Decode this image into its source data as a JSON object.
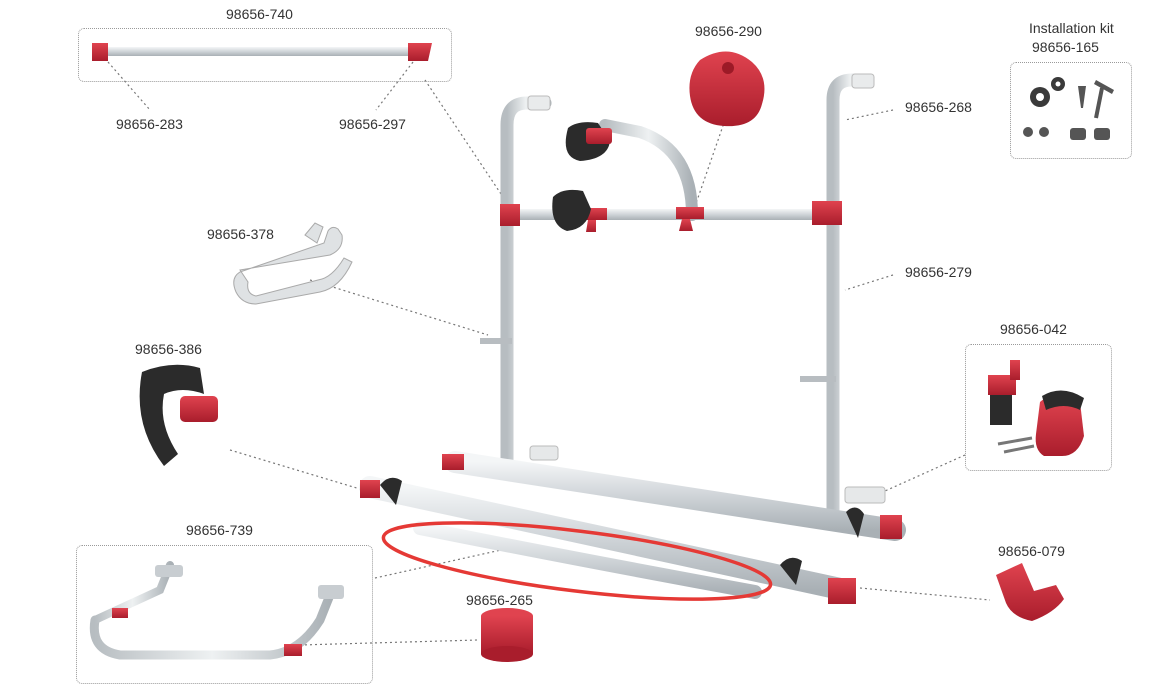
{
  "parts": {
    "p740": "98656-740",
    "p283": "98656-283",
    "p297": "98656-297",
    "p290": "98656-290",
    "p268": "98656-268",
    "p378": "98656-378",
    "p279": "98656-279",
    "p386": "98656-386",
    "p042": "98656-042",
    "p739": "98656-739",
    "p079": "98656-079",
    "p265": "98656-265"
  },
  "kit": {
    "title": "Installation kit",
    "code": "98656-165"
  },
  "colors": {
    "red": "#c8283a",
    "aluminium": "#d9dde0",
    "highlight": "#e53935",
    "leader": "#777777"
  }
}
